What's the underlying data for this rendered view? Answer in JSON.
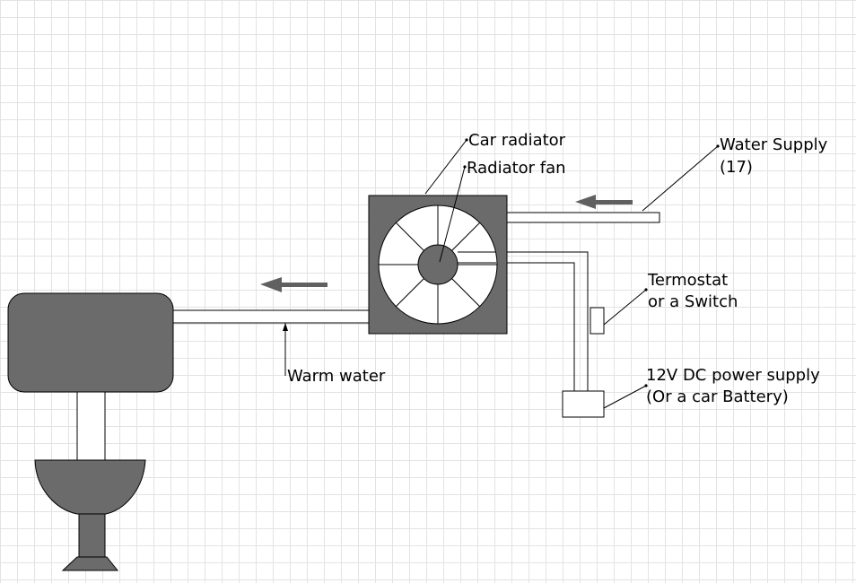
{
  "labels": {
    "car_radiator": "Car radiator",
    "radiator_fan": "Radiator fan",
    "water_supply_line1": "Water Supply",
    "water_supply_line2": "(17)",
    "termostat_line1": "Termostat",
    "termostat_line2": "or a Switch",
    "power_line1": "12V DC power supply",
    "power_line2": "(Or a car Battery)",
    "warm_water": "Warm water"
  },
  "colors": {
    "dark_fill": "#6b6b6b",
    "arrow": "#606060",
    "outline": "#000000",
    "grid": "#e3e3e3"
  }
}
